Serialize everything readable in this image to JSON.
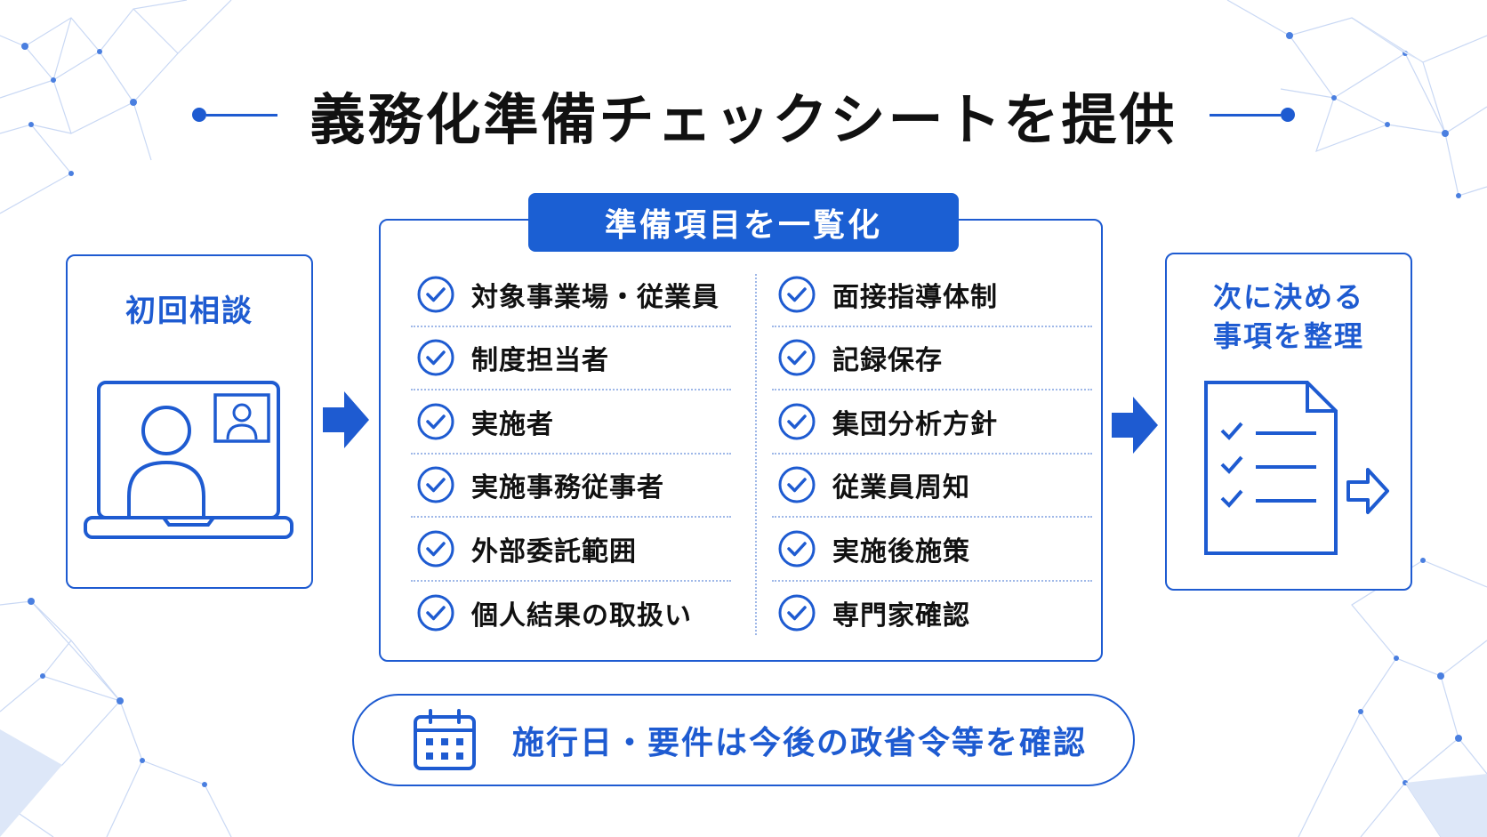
{
  "title": "義務化準備チェックシートを提供",
  "left_card": {
    "title": "初回相談"
  },
  "checklist": {
    "header": "準備項目を一覧化",
    "left_items": [
      {
        "label": "対象事業場・従業員"
      },
      {
        "label": "制度担当者"
      },
      {
        "label": "実施者"
      },
      {
        "label": "実施事務従事者"
      },
      {
        "label": "外部委託範囲"
      },
      {
        "label": "個人結果の取扱い"
      }
    ],
    "right_items": [
      {
        "label": "面接指導体制"
      },
      {
        "label": "記録保存"
      },
      {
        "label": "集団分析方針"
      },
      {
        "label": "従業員周知"
      },
      {
        "label": "実施後施策"
      },
      {
        "label": "専門家確認"
      }
    ]
  },
  "right_card": {
    "title_line1": "次に決める",
    "title_line2": "事項を整理"
  },
  "note": {
    "text": "施行日・要件は今後の政省令等を確認"
  },
  "colors": {
    "accent": "#1e5bd1",
    "header_bg": "#1b5fd3",
    "network": "#4a7fe0"
  },
  "icons": {
    "left_card": "video-call-laptop-icon",
    "check": "check-circle-icon",
    "right_card": "checklist-document-icon",
    "note": "calendar-icon"
  }
}
